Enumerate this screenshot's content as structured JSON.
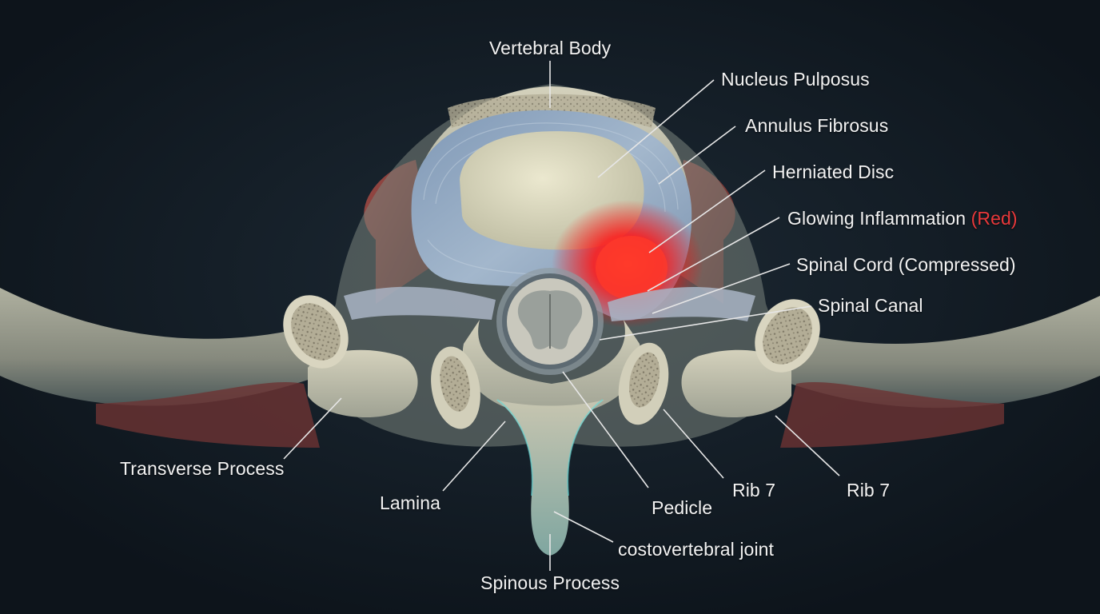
{
  "labels": {
    "vertebral_body": "Vertebral Body",
    "nucleus_pulposus": "Nucleus Pulposus",
    "annulus_fibrosus": "Annulus Fibrosus",
    "herniated_disc": "Herniated Disc",
    "glowing_inflammation": "Glowing Inflammation",
    "glowing_inflammation_suffix": "(Red)",
    "spinal_cord": "Spinal Cord (Compressed)",
    "spinal_canal": "Spinal Canal",
    "transverse_process": "Transverse Process",
    "lamina": "Lamina",
    "pedicle": "Pedicle",
    "rib_7_left": "Rib 7",
    "rib_7_right": "Rib 7",
    "costovertebral_joint": "costovertebral joint",
    "spinous_process": "Spinous Process"
  },
  "colors": {
    "background": "#121a22",
    "bone": "#c9c7b3",
    "annulus": "#8fa8c4",
    "nucleus": "#dcd9bd",
    "inflammation": "#ff1e1e",
    "muscle": "#8a3d3b",
    "highlight_edge": "#5fd6d6",
    "label_text": "#f2f2f2",
    "label_accent": "#e8383a"
  }
}
